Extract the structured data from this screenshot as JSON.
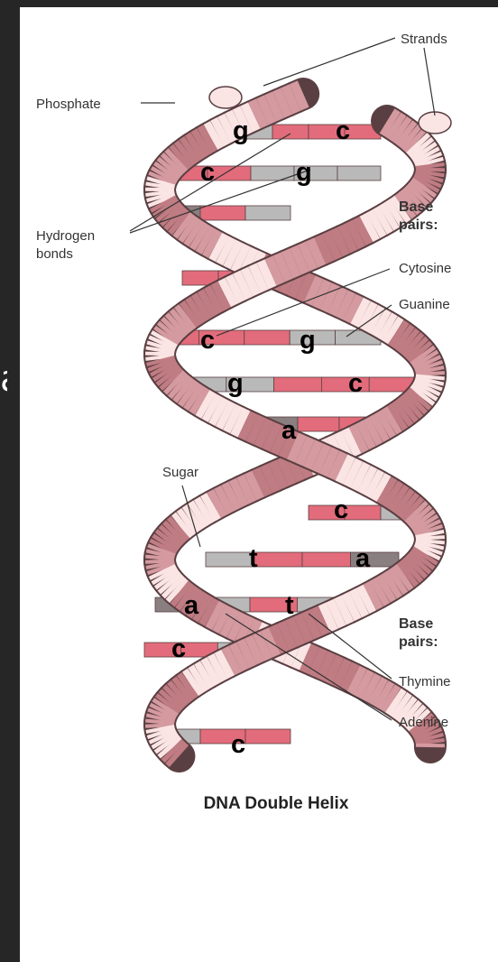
{
  "frame": {
    "partial_left_glyph": "a"
  },
  "diagram": {
    "caption": "DNA Double Helix",
    "labels": {
      "strands": "Strands",
      "phosphate": "Phosphate",
      "hydrogen_line1": "Hydrogen",
      "hydrogen_line2": "bonds",
      "base_pairs_top_1": "Base",
      "base_pairs_top_2": "pairs:",
      "cytosine": "Cytosine",
      "guanine": "Guanine",
      "sugar": "Sugar",
      "base_pairs_bottom_1": "Base",
      "base_pairs_bottom_2": "pairs:",
      "thymine": "Thymine",
      "adenine": "Adenine"
    },
    "base_letters": [
      "g",
      "c",
      "c",
      "g",
      "c",
      "g",
      "g",
      "c",
      "a",
      "c",
      "t",
      "a",
      "a",
      "t",
      "c",
      "c"
    ],
    "colors": {
      "strand_pink": "#d49aa0",
      "strand_light": "#fbe4e4",
      "strand_dark": "#c07c83",
      "outline": "#5a3f42",
      "base_red": "#e26c7b",
      "base_grey": "#b9b9b9",
      "base_dark": "#8a7f80"
    }
  }
}
